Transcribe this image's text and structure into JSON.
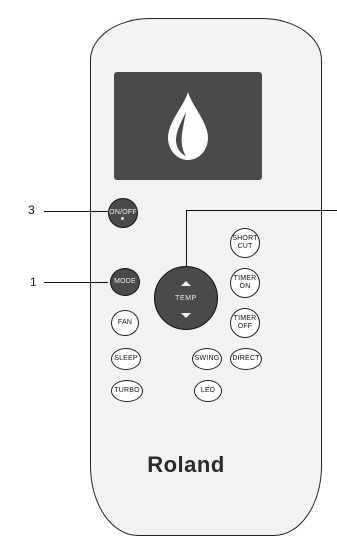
{
  "callouts": {
    "onoff_number": "3",
    "mode_number": "1"
  },
  "buttons": {
    "onoff": "ON/OFF",
    "mode": "MODE",
    "fan": "FAN",
    "sleep": "SLEEP",
    "turbo": "TURBO",
    "swing": "SWING",
    "direct": "DIRECT",
    "led": "LED",
    "short_cut": [
      "SHORT",
      "CUT"
    ],
    "timer_on": [
      "TIMER",
      "ON"
    ],
    "timer_off": [
      "TIMER",
      "OFF"
    ],
    "temp": "TEMP"
  },
  "brand": "Roland",
  "icons": {
    "screen": "water-drop-icon",
    "temp_up": "triangle-up-icon",
    "temp_down": "triangle-down-icon"
  },
  "colors": {
    "dark_button": "#4a4a4a",
    "body": "#f2f2f2",
    "screen": "#4a4a4a"
  }
}
